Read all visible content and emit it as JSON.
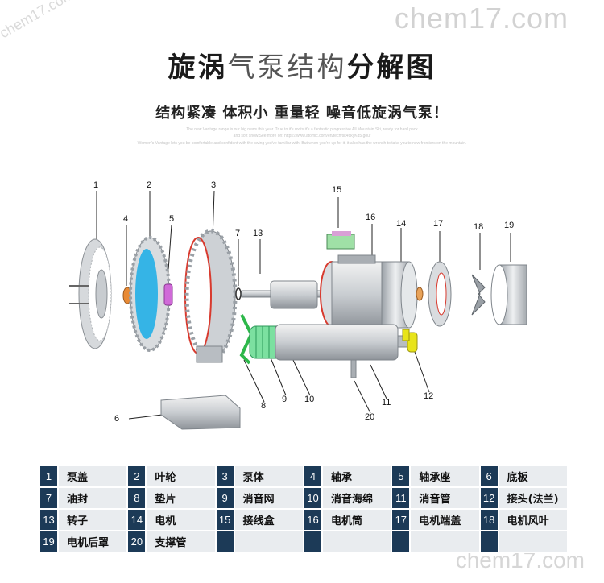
{
  "watermarks": {
    "top": "chem17.com",
    "top_left": "chem17.com",
    "bottom": "chem17.com"
  },
  "title": {
    "part1": "旋涡",
    "part2": "气泵结构",
    "part3": "分解图"
  },
  "subtitle": "结构紧凑 体积小 重量轻 噪音低旋涡气泵！",
  "small_text": [
    "The new Vantage range is our big news this year. True to it's roots it's a fantastic progressive All Mountain Ski, ready for hard pack",
    "and soft snow.See more on: https://www.atomic.com/en/tech/sk4ttkyKd5.gouf",
    "Women's Vantage lets you be comfortable and confident with the swing you've familiar with. But when you're up for it, it also has the wrench to take you to new frontiers on the mountain."
  ],
  "colors": {
    "legend_num_bg": "#1c3a57",
    "legend_text_bg": "#e9ecef",
    "accent_blue": "#35b4e6",
    "accent_green": "#2db84a",
    "accent_yellow": "#e8e41a",
    "accent_purple": "#d06ad8"
  },
  "callouts": [
    "1",
    "2",
    "3",
    "4",
    "5",
    "6",
    "7",
    "8",
    "9",
    "10",
    "11",
    "12",
    "13",
    "14",
    "15",
    "16",
    "17",
    "18",
    "19",
    "20"
  ],
  "legend": [
    [
      {
        "n": "1",
        "t": "泵盖"
      },
      {
        "n": "2",
        "t": "叶轮"
      },
      {
        "n": "3",
        "t": "泵体"
      },
      {
        "n": "4",
        "t": "轴承"
      },
      {
        "n": "5",
        "t": "轴承座"
      },
      {
        "n": "6",
        "t": "底板"
      }
    ],
    [
      {
        "n": "7",
        "t": "油封"
      },
      {
        "n": "8",
        "t": "垫片"
      },
      {
        "n": "9",
        "t": "消音网"
      },
      {
        "n": "10",
        "t": "消音海绵"
      },
      {
        "n": "11",
        "t": "消音管"
      },
      {
        "n": "12",
        "t": "接头(法兰)"
      }
    ],
    [
      {
        "n": "13",
        "t": "转子"
      },
      {
        "n": "14",
        "t": "电机"
      },
      {
        "n": "15",
        "t": "接线盒"
      },
      {
        "n": "16",
        "t": "电机筒"
      },
      {
        "n": "17",
        "t": "电机端盖"
      },
      {
        "n": "18",
        "t": "电机风叶"
      }
    ],
    [
      {
        "n": "19",
        "t": "电机后罩"
      },
      {
        "n": "20",
        "t": "支撑管"
      },
      {
        "n": "",
        "t": ""
      },
      {
        "n": "",
        "t": ""
      },
      {
        "n": "",
        "t": ""
      },
      {
        "n": "",
        "t": ""
      }
    ]
  ]
}
